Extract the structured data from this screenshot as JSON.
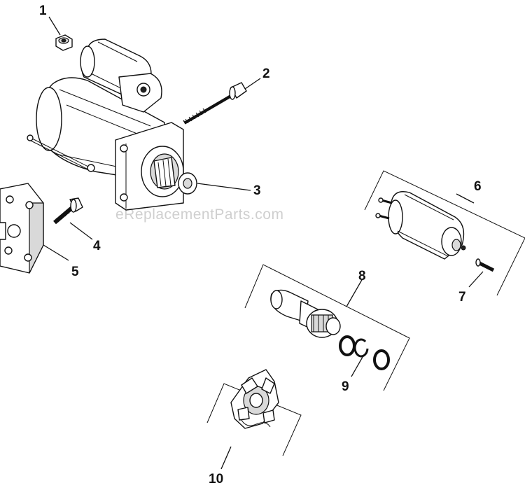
{
  "watermark": "eReplacementParts.com",
  "callouts": {
    "c1": "1",
    "c2": "2",
    "c3": "3",
    "c4": "4",
    "c5": "5",
    "c6": "6",
    "c7": "7",
    "c8": "8",
    "c9": "9",
    "c10": "10"
  }
}
